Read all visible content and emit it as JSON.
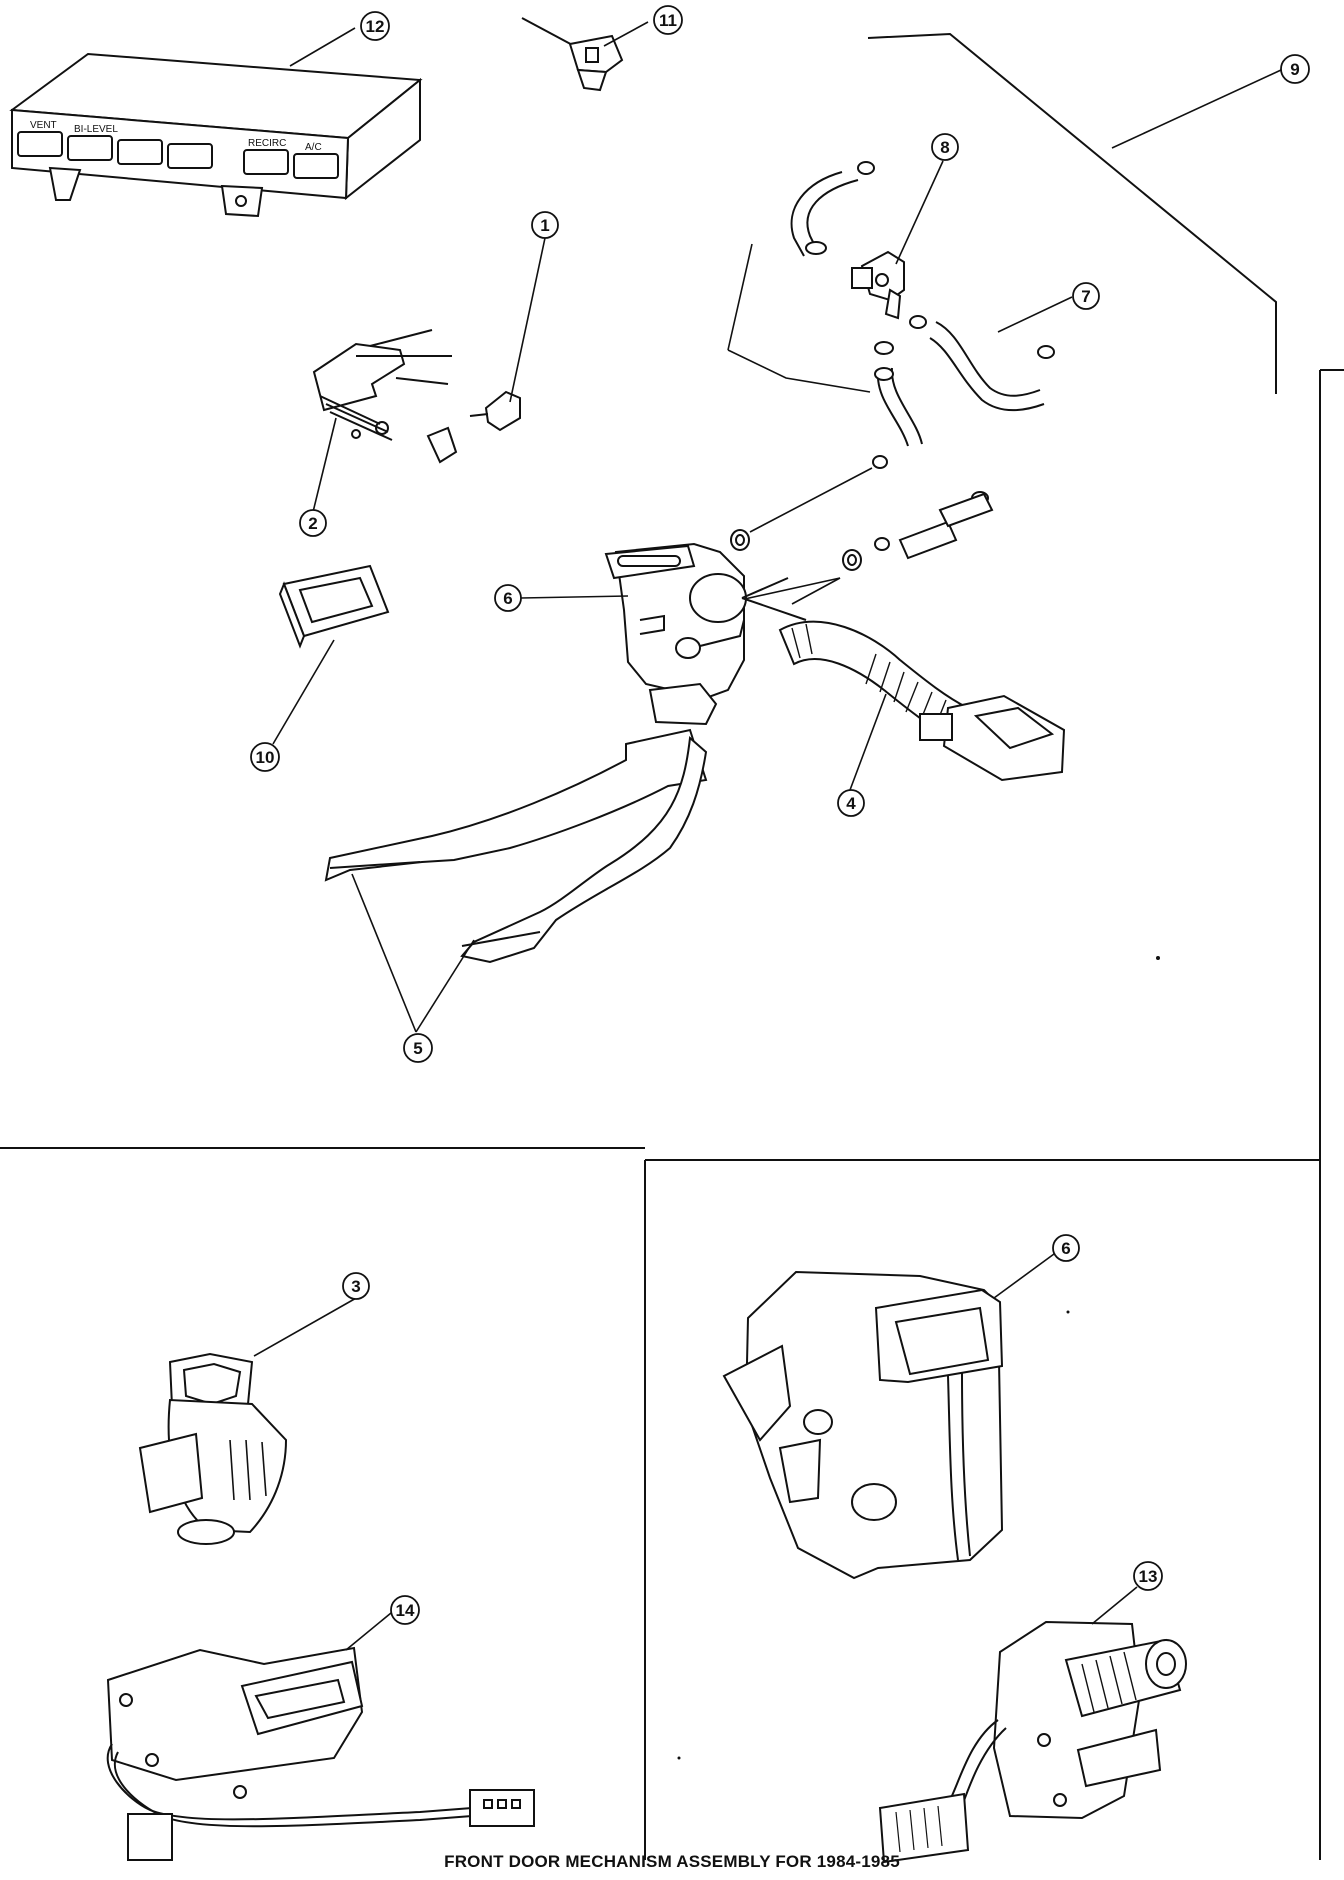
{
  "diagram": {
    "caption": "FRONT DOOR MECHANISM ASSEMBLY FOR 1984-1985",
    "control_panel_labels": [
      "VENT",
      "BI-LEVEL",
      "RECIRC",
      "A/C"
    ],
    "callouts": [
      "1",
      "2",
      "3",
      "4",
      "5",
      "6",
      "6",
      "7",
      "8",
      "9",
      "10",
      "11",
      "12",
      "13",
      "14"
    ]
  }
}
